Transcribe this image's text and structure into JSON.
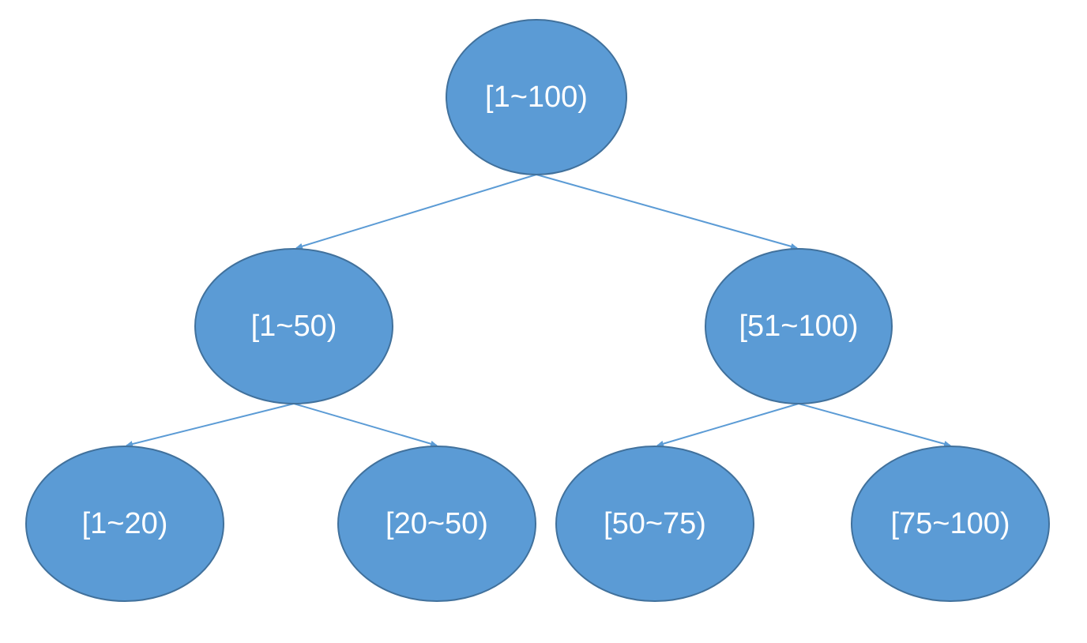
{
  "diagram": {
    "type": "tree",
    "nodes": [
      {
        "id": "root",
        "label": "[1~100)"
      },
      {
        "id": "left",
        "label": "[1~50)"
      },
      {
        "id": "right",
        "label": "[51~100)"
      },
      {
        "id": "left-left",
        "label": "[1~20)"
      },
      {
        "id": "left-right",
        "label": "[20~50)"
      },
      {
        "id": "right-left",
        "label": "[50~75)"
      },
      {
        "id": "right-right",
        "label": "[75~100)"
      }
    ],
    "edges": [
      {
        "from": "root",
        "to": "left"
      },
      {
        "from": "root",
        "to": "right"
      },
      {
        "from": "left",
        "to": "left-left"
      },
      {
        "from": "left",
        "to": "left-right"
      },
      {
        "from": "right",
        "to": "right-left"
      },
      {
        "from": "right",
        "to": "right-right"
      }
    ],
    "colors": {
      "node_fill": "#5b9bd5",
      "node_stroke": "#41719c",
      "edge": "#5b9bd5",
      "text": "#ffffff"
    }
  }
}
